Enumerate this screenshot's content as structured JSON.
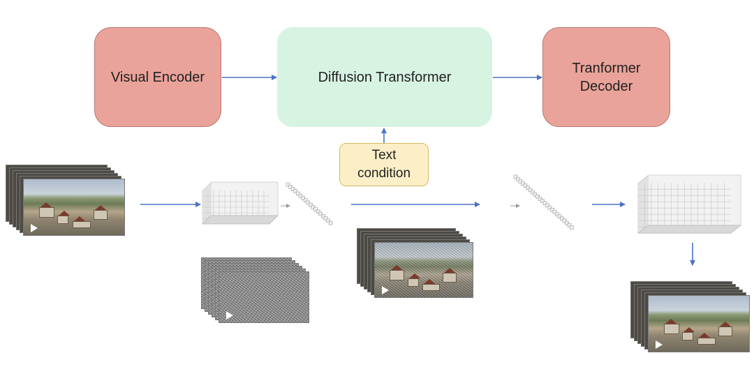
{
  "boxes": {
    "visual_encoder": "Visual Encoder",
    "diffusion_transformer": "Diffusion Transformer",
    "transformer_decoder": "Tranformer\nDecoder",
    "text_condition": "Text\ncondition"
  },
  "colors": {
    "encoder_fill": "#eaa39a",
    "dit_fill": "#d7f3e2",
    "text_fill": "#fcefc8",
    "arrow": "#4a72c4"
  },
  "icons": [
    "play-icon"
  ]
}
